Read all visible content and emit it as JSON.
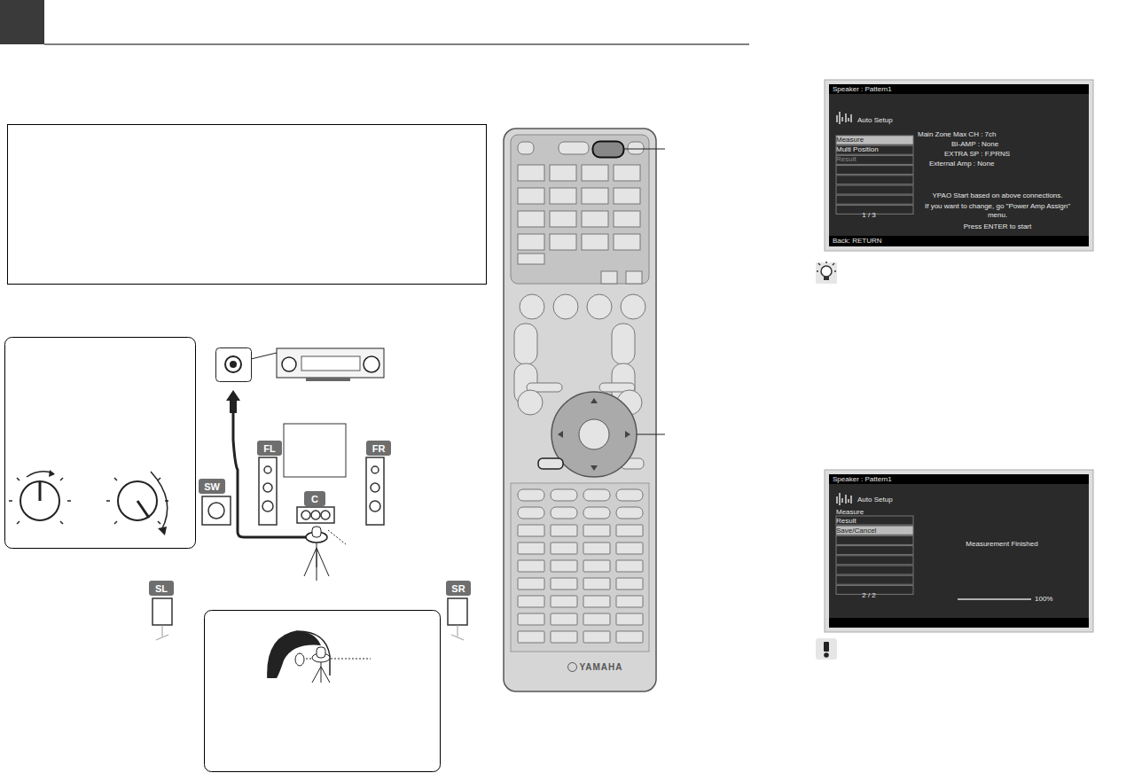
{
  "diagram": {
    "nodes": [
      {
        "text": [
          "FL"
        ]
      },
      {
        "text": [
          "FR"
        ]
      },
      {
        "text": [
          "SW"
        ]
      },
      {
        "text": [
          "C"
        ]
      },
      {
        "text": [
          "SL"
        ]
      },
      {
        "text": [
          "SR"
        ]
      },
      {
        "text": [
          "Speaker : Pattern1",
          "Auto Setup",
          "Measure",
          "Multi Position",
          "Result",
          "1 / 3",
          "Back: RETURN",
          "Main Zone Max CH : 7ch",
          "BI-AMP : None",
          "EXTRA SP : F.PRNS",
          "External Amp : None",
          "YPAO Start based on above connections.",
          "If you want to change, go \"Power Amp Assign\" menu.",
          "Press ENTER to start"
        ]
      },
      {
        "text": [
          "Speaker : Pattern1",
          "Auto Setup",
          "Measure",
          "Result",
          "Save/Cancel",
          "2 / 2",
          "Measurement Finished",
          "100%"
        ]
      }
    ],
    "labels": [
      "YAMAHA"
    ]
  }
}
